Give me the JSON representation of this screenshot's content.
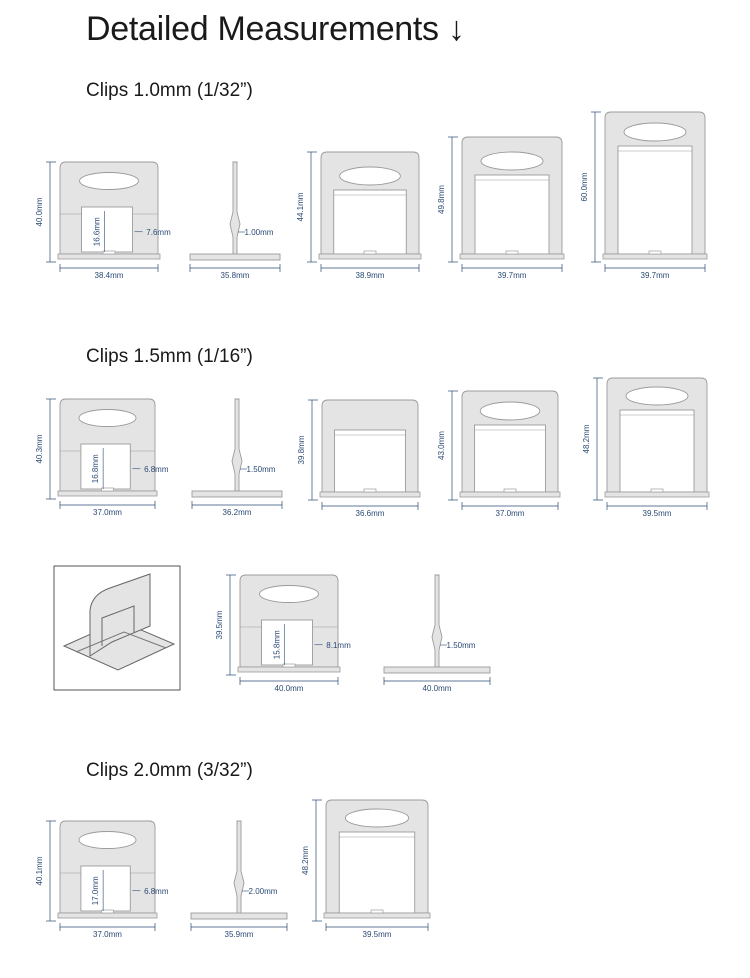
{
  "title": "Detailed Measurements ↓",
  "colors": {
    "body": "#e4e4e4",
    "stroke": "#9b9b9b",
    "dim": "#2b4a75"
  },
  "sections": [
    {
      "heading": "Clips 1.0mm (1/32”)",
      "items": [
        {
          "kind": "side",
          "width": "38.4mm",
          "height": "40.0mm",
          "inner": "16.6mm",
          "gap": "7.6mm"
        },
        {
          "kind": "profile",
          "width": "35.8mm",
          "thickness": "1.00mm"
        },
        {
          "kind": "front",
          "width": "38.9mm",
          "height": "44.1mm"
        },
        {
          "kind": "front",
          "width": "39.7mm",
          "height": "49.8mm"
        },
        {
          "kind": "front",
          "width": "39.7mm",
          "height": "60.0mm"
        }
      ]
    },
    {
      "heading": "Clips 1.5mm (1/16”)",
      "items": [
        {
          "kind": "side",
          "width": "37.0mm",
          "height": "40.3mm",
          "inner": "16.8mm",
          "gap": "6.8mm"
        },
        {
          "kind": "profile",
          "width": "36.2mm",
          "thickness": "1.50mm"
        },
        {
          "kind": "front",
          "width": "36.6mm",
          "height": "39.8mm"
        },
        {
          "kind": "front",
          "width": "37.0mm",
          "height": "43.0mm"
        },
        {
          "kind": "front",
          "width": "39.5mm",
          "height": "48.2mm"
        }
      ],
      "extra": [
        {
          "kind": "photo"
        },
        {
          "kind": "side",
          "width": "40.0mm",
          "height": "39.5mm",
          "inner": "15.8mm",
          "gap": "8.1mm"
        },
        {
          "kind": "profile",
          "width": "40.0mm",
          "thickness": "1.50mm"
        }
      ]
    },
    {
      "heading": "Clips 2.0mm (3/32”)",
      "items": [
        {
          "kind": "side",
          "width": "37.0mm",
          "height": "40.1mm",
          "inner": "17.0mm",
          "gap": "6.8mm"
        },
        {
          "kind": "profile",
          "width": "35.9mm",
          "thickness": "2.00mm"
        },
        {
          "kind": "front",
          "width": "39.5mm",
          "height": "48.2mm"
        }
      ]
    }
  ]
}
